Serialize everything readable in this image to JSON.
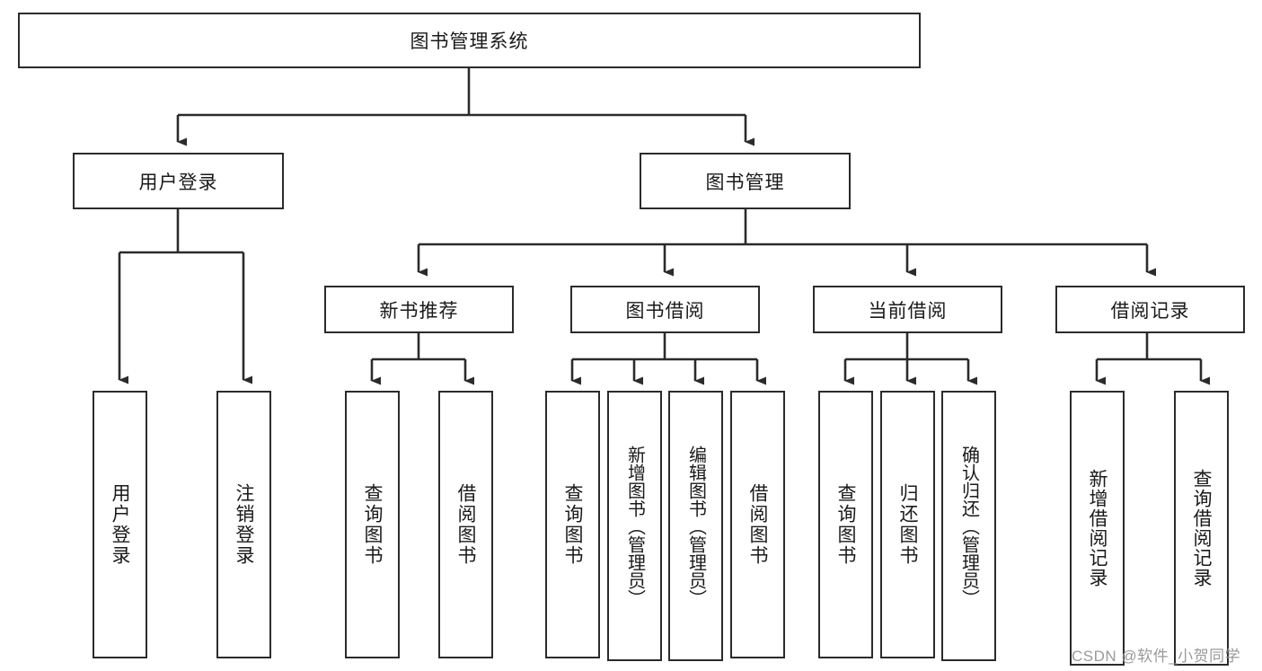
{
  "diagram": {
    "title": "图书管理系统",
    "type": "tree-hierarchy-diagram",
    "watermark": "CSDN @软件_小贺同学",
    "colors": {
      "box_border": "#2b2b2b",
      "box_fill": "#ffffff",
      "edge": "#2b2b2b",
      "text": "#1a1a1a",
      "watermark": "#9a9a9a",
      "background": "#ffffff"
    },
    "nodes": {
      "root": {
        "label": "图书管理系统"
      },
      "level2": [
        {
          "id": "user-login",
          "label": "用户登录"
        },
        {
          "id": "book-manage",
          "label": "图书管理"
        }
      ],
      "level3": [
        {
          "id": "new-book-rec",
          "label": "新书推荐"
        },
        {
          "id": "book-borrow",
          "label": "图书借阅"
        },
        {
          "id": "current-borrow",
          "label": "当前借阅"
        },
        {
          "id": "borrow-record",
          "label": "借阅记录"
        }
      ],
      "leaves": {
        "user_login": [
          {
            "id": "leaf-user-login",
            "label": "用户登录"
          },
          {
            "id": "leaf-logout-login",
            "label": "注销登录"
          }
        ],
        "new_book_rec": [
          {
            "id": "leaf-query-book-1",
            "label": "查询图书"
          },
          {
            "id": "leaf-borrow-book-1",
            "label": "借阅图书"
          }
        ],
        "book_borrow": [
          {
            "id": "leaf-query-book-2",
            "label": "查询图书"
          },
          {
            "id": "leaf-add-book",
            "label": "新增图书（管理员）"
          },
          {
            "id": "leaf-edit-book",
            "label": "编辑图书（管理员）"
          },
          {
            "id": "leaf-borrow-book-2",
            "label": "借阅图书"
          }
        ],
        "current_borrow": [
          {
            "id": "leaf-query-book-3",
            "label": "查询图书"
          },
          {
            "id": "leaf-return-book",
            "label": "归还图书"
          },
          {
            "id": "leaf-confirm-return",
            "label": "确认归还（管理员）"
          }
        ],
        "borrow_record": [
          {
            "id": "leaf-add-record",
            "label": "新增借阅记录"
          },
          {
            "id": "leaf-query-record",
            "label": "查询借阅记录"
          }
        ]
      }
    }
  }
}
